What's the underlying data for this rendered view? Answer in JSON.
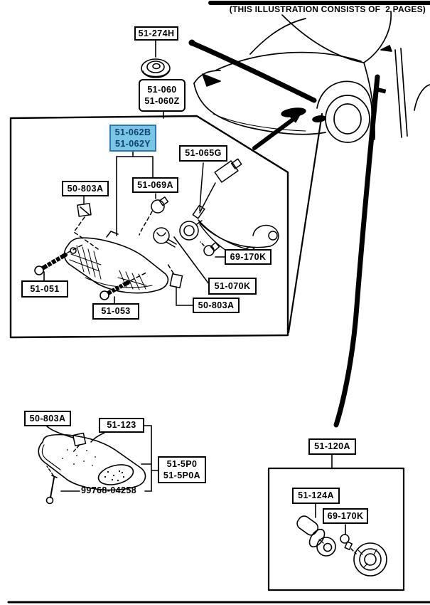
{
  "header": {
    "note": "(THIS ILLUSTRATION CONSISTS OF  2 PAGES)"
  },
  "labels": {
    "g51_274H": {
      "text": "51-274H"
    },
    "g51_060": {
      "line1": "51-060",
      "line2": "51-060Z"
    },
    "g51_062": {
      "line1": "51-062B",
      "line2": "51-062Y",
      "highlighted": true
    },
    "g50_803A_top": {
      "text": "50-803A"
    },
    "g51_069A": {
      "text": "51-069A"
    },
    "g51_065G": {
      "text": "51-065G"
    },
    "g69_170K_front": {
      "text": "69-170K"
    },
    "g51_070K": {
      "text": "51-070K"
    },
    "g50_803A_mid": {
      "text": "50-803A"
    },
    "g51_051": {
      "text": "51-051"
    },
    "g51_053": {
      "text": "51-053"
    },
    "g50_803A_side": {
      "text": "50-803A"
    },
    "g51_123": {
      "text": "51-123"
    },
    "g51_5P0": {
      "line1": "51-5P0",
      "line2": "51-5P0A"
    },
    "g99768": {
      "text": "99768-04258"
    },
    "g51_120A": {
      "text": "51-120A"
    },
    "g51_124A": {
      "text": "51-124A"
    },
    "g69_170K_rear": {
      "text": "69-170K"
    }
  },
  "colors": {
    "ink": "#000000",
    "paper": "#ffffff",
    "highlight_bg": "#77C6E8",
    "highlight_border": "#2E77AE",
    "highlight_text": "#123F6E"
  }
}
